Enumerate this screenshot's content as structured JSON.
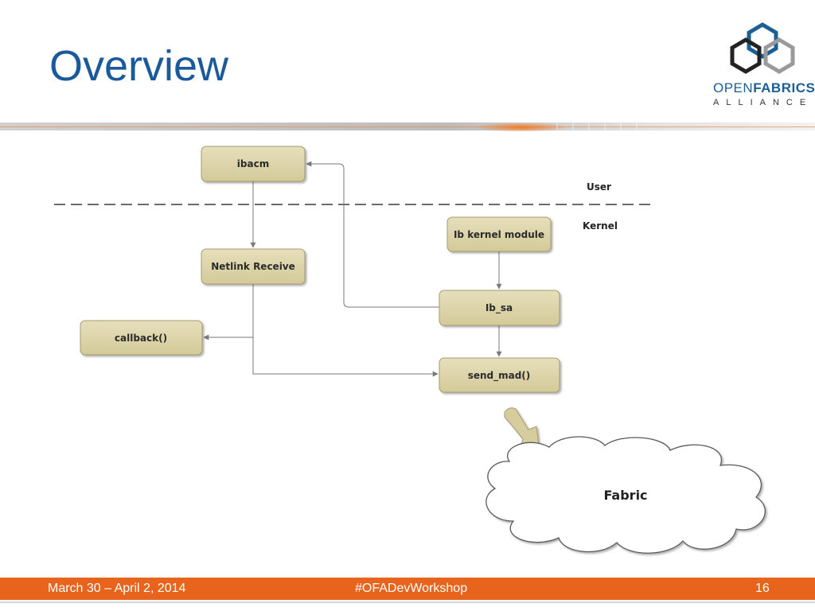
{
  "slide": {
    "title": "Overview"
  },
  "logo": {
    "name_light": "OPEN",
    "name_bold": "FABRICS",
    "subtitle": "ALLIANCE"
  },
  "diagram": {
    "tiers": {
      "user": "User",
      "kernel": "Kernel"
    },
    "nodes": {
      "ibacm": "ibacm",
      "netlink_receive": "Netlink Receive",
      "callback": "callback()",
      "ib_kernel_module": "Ib kernel module",
      "ib_sa": "Ib_sa",
      "send_mad": "send_mad()",
      "fabric": "Fabric"
    },
    "colors": {
      "box_fill": "#dcd3a6",
      "box_stroke": "#a69c70",
      "arrow": "#7a7a7a",
      "dashed_line": "#6b6b6b"
    }
  },
  "footer": {
    "date": "March 30 – April 2, 2014",
    "hashtag": "#OFADevWorkshop",
    "page_number": "16"
  }
}
